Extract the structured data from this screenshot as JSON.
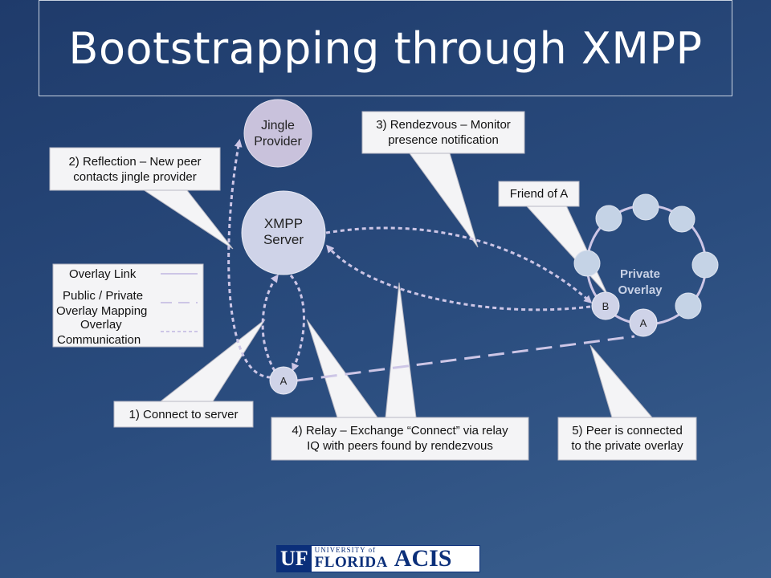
{
  "slide": {
    "title": "Bootstrapping through XMPP"
  },
  "nodes": {
    "jingle_line1": "Jingle",
    "jingle_line2": "Provider",
    "xmpp_line1": "XMPP",
    "xmpp_line2": "Server",
    "private_line1": "Private",
    "private_line2": "Overlay",
    "peer_a_left": "A",
    "peer_a_right": "A",
    "peer_b": "B"
  },
  "callouts": {
    "reflection_line1": "2) Reflection – New peer",
    "reflection_line2": "contacts jingle provider",
    "rendezvous_line1": "3) Rendezvous – Monitor",
    "rendezvous_line2": "presence notification",
    "friend": "Friend of A",
    "connect": "1) Connect to server",
    "relay_line1": "4) Relay – Exchange “Connect” via relay",
    "relay_line2": "IQ with peers found by rendezvous",
    "peer_connected_line1": "5) Peer is connected",
    "peer_connected_line2": "to the private overlay"
  },
  "legend": {
    "overlay_link": "Overlay Link",
    "mapping_line1": "Public / Private",
    "mapping_line2": "Overlay Mapping",
    "communication_line1": "Overlay",
    "communication_line2": "Communication"
  },
  "logo": {
    "uf": "UF",
    "university": "UNIVERSITY of",
    "florida": "FLORIDA",
    "acis": "ACIS"
  },
  "colors": {
    "node_fill": "#cfd3e8",
    "jingle_fill": "#c9c2dc",
    "overlay_node_fill": "#c5d3e6",
    "line_color": "#cdc6e6",
    "callout_fill": "#f4f4f6",
    "logo_blue": "#0b2f7a"
  }
}
